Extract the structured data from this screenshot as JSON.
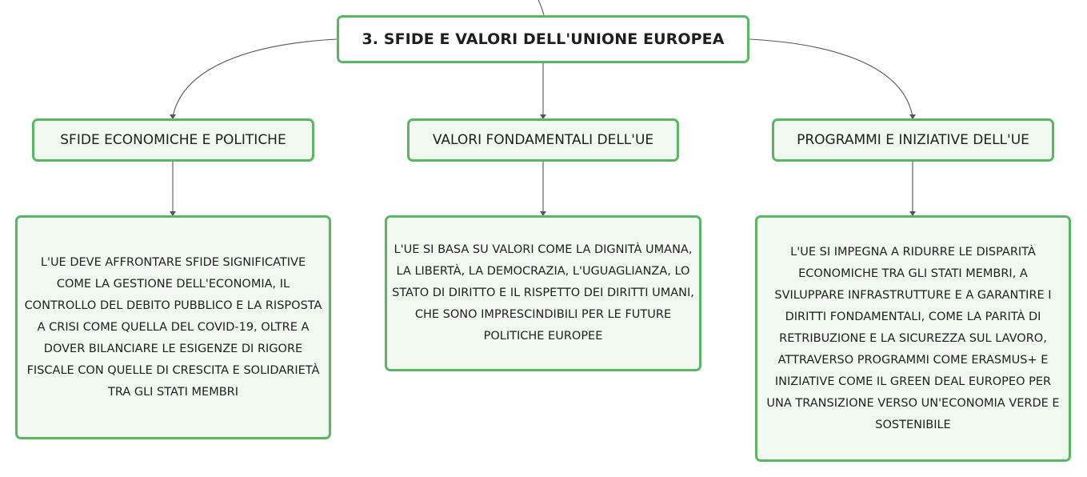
{
  "diagram": {
    "root": {
      "label": "3. SFIDE E VALORI DELL'UNIONE EUROPEA"
    },
    "categories": [
      {
        "label": "SFIDE ECONOMICHE E POLITICHE",
        "detail": "L'UE DEVE AFFRONTARE SFIDE SIGNIFICATIVE COME LA GESTIONE DELL'ECONOMIA, IL CONTROLLO DEL DEBITO PUBBLICO E LA RISPOSTA A CRISI COME QUELLA DEL COVID-19, OLTRE A DOVER BILANCIARE LE ESIGENZE DI RIGORE FISCALE CON QUELLE DI CRESCITA E SOLIDARIETÀ TRA GLI STATI MEMBRI"
      },
      {
        "label": "VALORI FONDAMENTALI DELL'UE",
        "detail": "L'UE SI BASA SU VALORI COME LA DIGNITÀ UMANA, LA LIBERTÀ, LA DEMOCRAZIA, L'UGUAGLIANZA, LO STATO DI DIRITTO E IL RISPETTO DEI DIRITTI UMANI, CHE SONO IMPRESCINDIBILI PER LE FUTURE POLITICHE EUROPEE"
      },
      {
        "label": "PROGRAMMI E INIZIATIVE DELL'UE",
        "detail": "L'UE SI IMPEGNA A RIDURRE LE DISPARITÀ ECONOMICHE TRA GLI STATI MEMBRI, A SVILUPPARE INFRASTRUTTURE E A GARANTIRE I DIRITTI FONDAMENTALI, COME LA PARITÀ DI RETRIBUZIONE E LA SICUREZZA SUL LAVORO, ATTRAVERSO PROGRAMMI COME ERASMUS+ E INIZIATIVE COME IL GREEN DEAL EUROPEO PER UNA TRANSIZIONE VERSO UN'ECONOMIA VERDE E SOSTENIBILE"
      }
    ]
  },
  "colors": {
    "border": "#59b764",
    "node_fill": "#f1f9f1",
    "connector": "#555555",
    "text": "#1f1f1f"
  }
}
